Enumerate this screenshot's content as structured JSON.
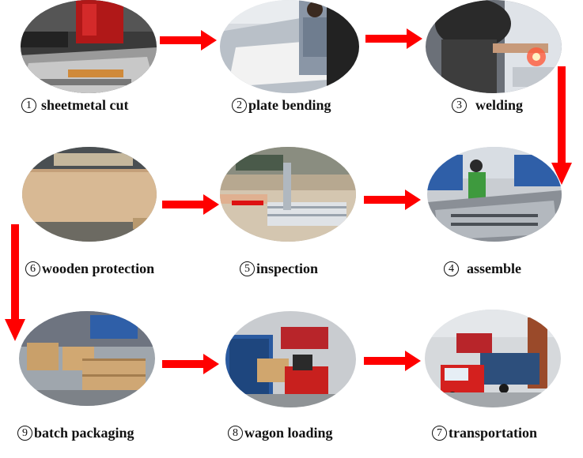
{
  "steps": [
    {
      "num": "1",
      "label": "sheetmetal cut",
      "scene": "laser-cutting-machine"
    },
    {
      "num": "2",
      "label": "plate bending",
      "scene": "press-brake-operator"
    },
    {
      "num": "3",
      "label": "welding",
      "scene": "welder-with-mask"
    },
    {
      "num": "4",
      "label": "assemble",
      "scene": "assembly-line"
    },
    {
      "num": "5",
      "label": "inspection",
      "scene": "quality-inspection"
    },
    {
      "num": "6",
      "label": "wooden protection",
      "scene": "wooden-crate"
    },
    {
      "num": "7",
      "label": "transportation",
      "scene": "container-truck"
    },
    {
      "num": "8",
      "label": "wagon loading",
      "scene": "forklift-container-loading"
    },
    {
      "num": "9",
      "label": "batch packaging",
      "scene": "stacked-cartons"
    }
  ],
  "colors": {
    "arrow": "#ff0000",
    "text": "#111111"
  }
}
